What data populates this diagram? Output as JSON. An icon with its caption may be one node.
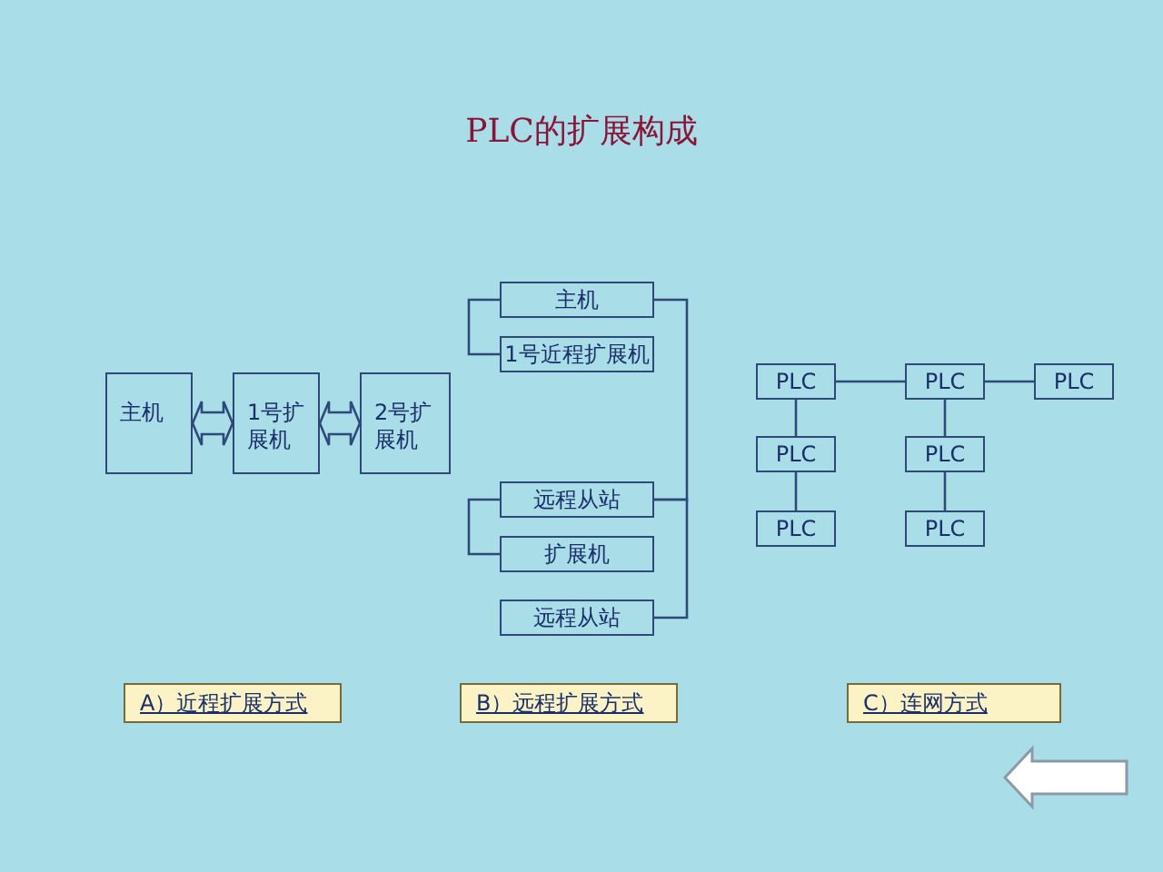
{
  "diagram": {
    "title": "PLC的扩展构成",
    "nodes": [
      {
        "text": [
          "主机"
        ]
      },
      {
        "text": [
          "1号扩展机"
        ]
      },
      {
        "text": [
          "2号扩展机"
        ]
      },
      {
        "text": [
          "主机"
        ]
      },
      {
        "text": [
          "1号近程扩展机"
        ]
      },
      {
        "text": [
          "远程从站"
        ]
      },
      {
        "text": [
          "扩展机"
        ]
      },
      {
        "text": [
          "远程从站"
        ]
      },
      {
        "text": [
          "PLC"
        ]
      },
      {
        "text": [
          "PLC"
        ]
      },
      {
        "text": [
          "PLC"
        ]
      },
      {
        "text": [
          "PLC"
        ]
      },
      {
        "text": [
          "PLC"
        ]
      },
      {
        "text": [
          "PLC"
        ]
      },
      {
        "text": [
          "PLC"
        ]
      },
      {
        "text": [
          "A）近程扩展方式"
        ]
      },
      {
        "text": [
          "B）远程扩展方式"
        ]
      },
      {
        "text": [
          "C）连网方式"
        ]
      }
    ],
    "edges": [
      {
        "from": 0,
        "to": 1,
        "arrow": "both"
      },
      {
        "from": 1,
        "to": 2,
        "arrow": "both"
      },
      {
        "from": 3,
        "to": 4,
        "arrow": "none"
      },
      {
        "from": 3,
        "to": 5,
        "arrow": "none"
      },
      {
        "from": 5,
        "to": 7,
        "arrow": "none"
      },
      {
        "from": 5,
        "to": 6,
        "arrow": "none"
      },
      {
        "from": 8,
        "to": 9,
        "arrow": "none"
      },
      {
        "from": 9,
        "to": 10,
        "arrow": "none"
      },
      {
        "from": 8,
        "to": 11,
        "arrow": "none"
      },
      {
        "from": 11,
        "to": 13,
        "arrow": "none"
      },
      {
        "from": 9,
        "to": 12,
        "arrow": "none"
      },
      {
        "from": 12,
        "to": 14,
        "arrow": "none"
      }
    ]
  }
}
